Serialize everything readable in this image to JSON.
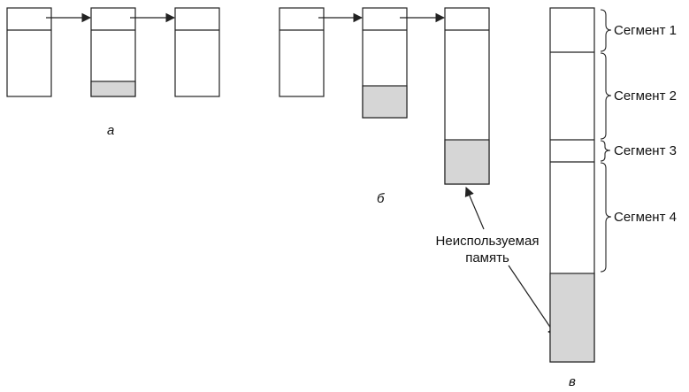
{
  "captions": {
    "a": "а",
    "b": "б",
    "v": "в"
  },
  "unused_label": [
    "Неиспользуемая",
    "память"
  ],
  "segments": [
    "Сегмент 1",
    "Сегмент 2",
    "Сегмент 3",
    "Сегмент 4"
  ],
  "colors": {
    "shade": "#d6d6d6",
    "stroke": "#222222"
  }
}
